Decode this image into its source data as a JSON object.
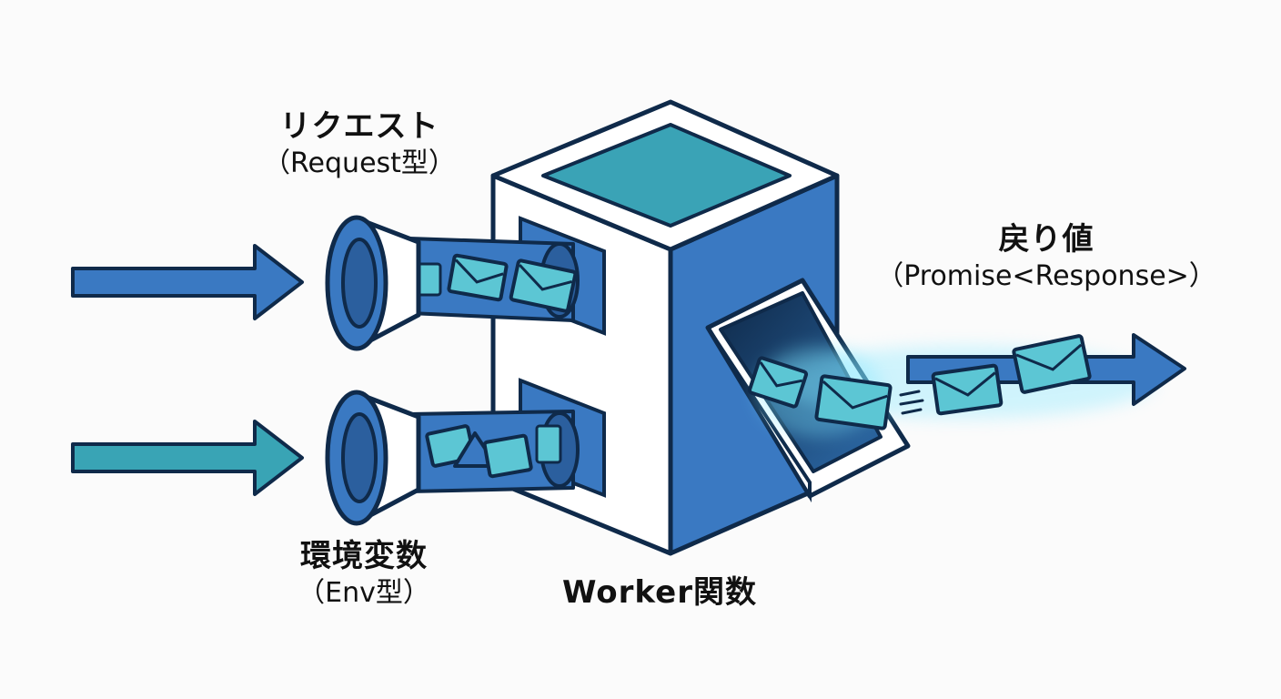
{
  "labels": {
    "request": {
      "name": "リクエスト",
      "type": "（Request型）"
    },
    "env": {
      "name": "環境変数",
      "type": "（Env型）"
    },
    "worker": {
      "name": "Worker関数"
    },
    "return": {
      "name": "戻り値",
      "type": "（Promise<Response>）"
    }
  },
  "icons": {
    "input_arrow": "arrow-right-icon",
    "funnel": "funnel-icon",
    "message": "envelope-icon",
    "output_arrow": "arrow-right-icon"
  },
  "colors": {
    "outline": "#0f2a4a",
    "box_front": "#ffffff",
    "box_side": "#3a79c2",
    "box_top_panel": "#3aa3b6",
    "pipe": "#3a79c2",
    "envelope": "#5cc6d4",
    "arrow_blue": "#3a79c2",
    "arrow_teal": "#39a4b5",
    "glow": "#7fe6ff"
  }
}
